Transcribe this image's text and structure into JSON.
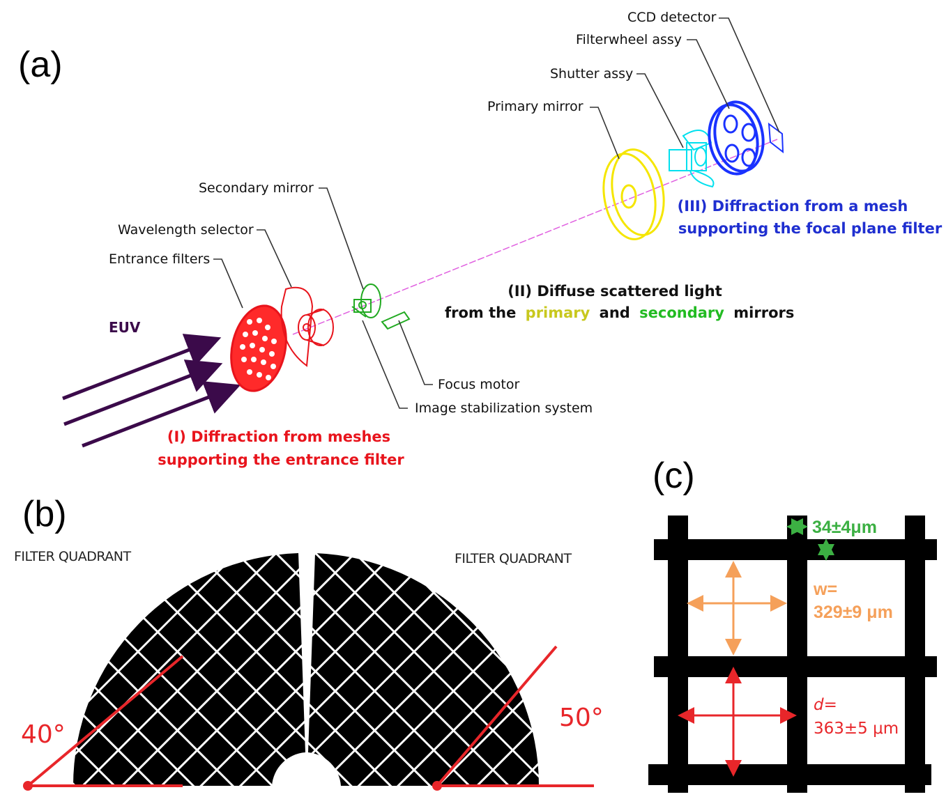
{
  "panels": {
    "a": "(a)",
    "b": "(b)",
    "c": "(c)"
  },
  "panel_a": {
    "component_labels": {
      "ccd_detector": "CCD detector",
      "filterwheel": "Filterwheel assy",
      "shutter": "Shutter assy",
      "primary_mirror": "Primary mirror",
      "secondary_mirror": "Secondary mirror",
      "wavelength_selector": "Wavelength selector",
      "entrance_filters": "Entrance filters",
      "focus_motor": "Focus motor",
      "image_stabilization": "Image stabilization system"
    },
    "euv": "EUV",
    "annotation_I": {
      "line1": "(I) Diffraction from meshes",
      "line2": "supporting the entrance filter",
      "color": "#e8141c"
    },
    "annotation_II": {
      "line1": "(II) Diffuse scattered light",
      "line2_prefix": "from the",
      "primary": "primary",
      "and": "and",
      "secondary": "secondary",
      "suffix": "mirrors",
      "primary_color": "#c8c81e",
      "secondary_color": "#22bb22"
    },
    "annotation_III": {
      "line1": "(III) Diffraction from a mesh",
      "line2": "supporting the focal plane filter",
      "color": "#1f2fd0"
    }
  },
  "panel_b": {
    "left_label": "FILTER QUADRANT",
    "right_label": "FILTER QUADRANT",
    "angle_left": "40°",
    "angle_right": "50°",
    "line_color": "#e8262a"
  },
  "panel_c": {
    "wire_width": "34±4μm",
    "w_label": "w=",
    "w_value": "329±9 μm",
    "d_label": "d=",
    "d_value": "363±5 μm",
    "green": "#3cb043",
    "orange": "#f5a05a",
    "red": "#e8262a"
  }
}
